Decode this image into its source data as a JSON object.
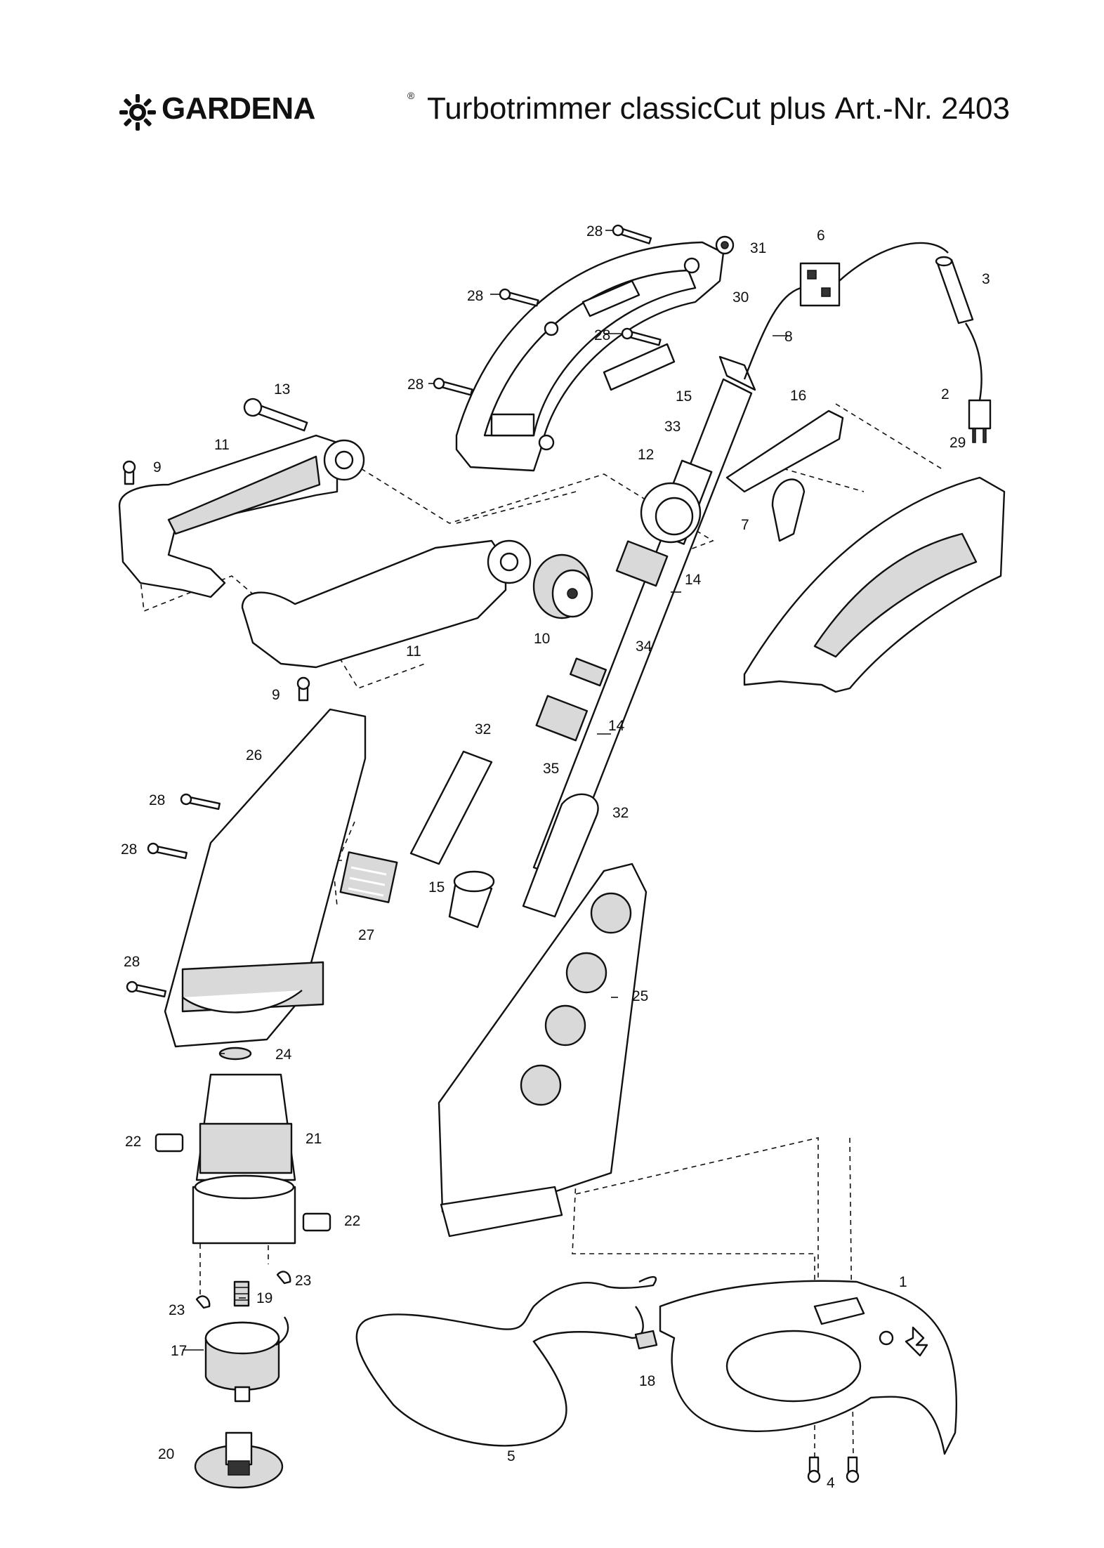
{
  "header": {
    "brand": "GARDENA",
    "registered": "®",
    "model": "Turbotrimmer classicCut plus",
    "article": "Art.-Nr. 2403"
  },
  "icons": {
    "logo": "gardena-sun-logo-icon"
  },
  "labels": {
    "p1": "1",
    "p2": "2",
    "p3": "3",
    "p4": "4",
    "p5": "5",
    "p6": "6",
    "p7": "7",
    "p8": "8",
    "p9a": "9",
    "p9b": "9",
    "p10": "10",
    "p11a": "11",
    "p11b": "11",
    "p12": "12",
    "p13": "13",
    "p14a": "14",
    "p14b": "14",
    "p15a": "15",
    "p15b": "15",
    "p16": "16",
    "p17": "17",
    "p18": "18",
    "p19": "19",
    "p20": "20",
    "p21": "21",
    "p22a": "22",
    "p22b": "22",
    "p23a": "23",
    "p23b": "23",
    "p24": "24",
    "p25": "25",
    "p26": "26",
    "p27": "27",
    "p28a": "28",
    "p28b": "28",
    "p28c": "28",
    "p28d": "28",
    "p28e": "28",
    "p28f": "28",
    "p28g": "28",
    "p29": "29",
    "p30": "30",
    "p31": "31",
    "p32a": "32",
    "p32b": "32",
    "p33": "33",
    "p34": "34",
    "p35": "35"
  }
}
